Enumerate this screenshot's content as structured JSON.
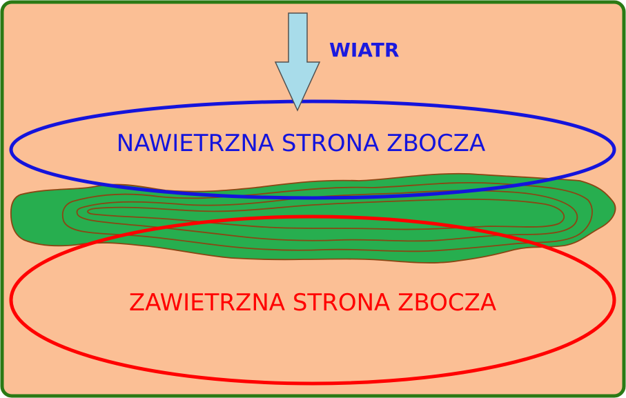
{
  "wind": {
    "label": "WIATR",
    "label_color": "#1a1adf",
    "arrow_fill": "#a8dcea",
    "arrow_stroke": "#505050"
  },
  "windward": {
    "label": "NAWIETRZNA STRONA ZBOCZA",
    "color": "#1414dc"
  },
  "leeward": {
    "label": "ZAWIETRZNA STRONA ZBOCZA",
    "color": "#ff0000"
  },
  "colors": {
    "background": "#fbbf95",
    "frame": "#2a7a14",
    "hill_fill": "#27ae4f",
    "contour": "#8b4513"
  }
}
